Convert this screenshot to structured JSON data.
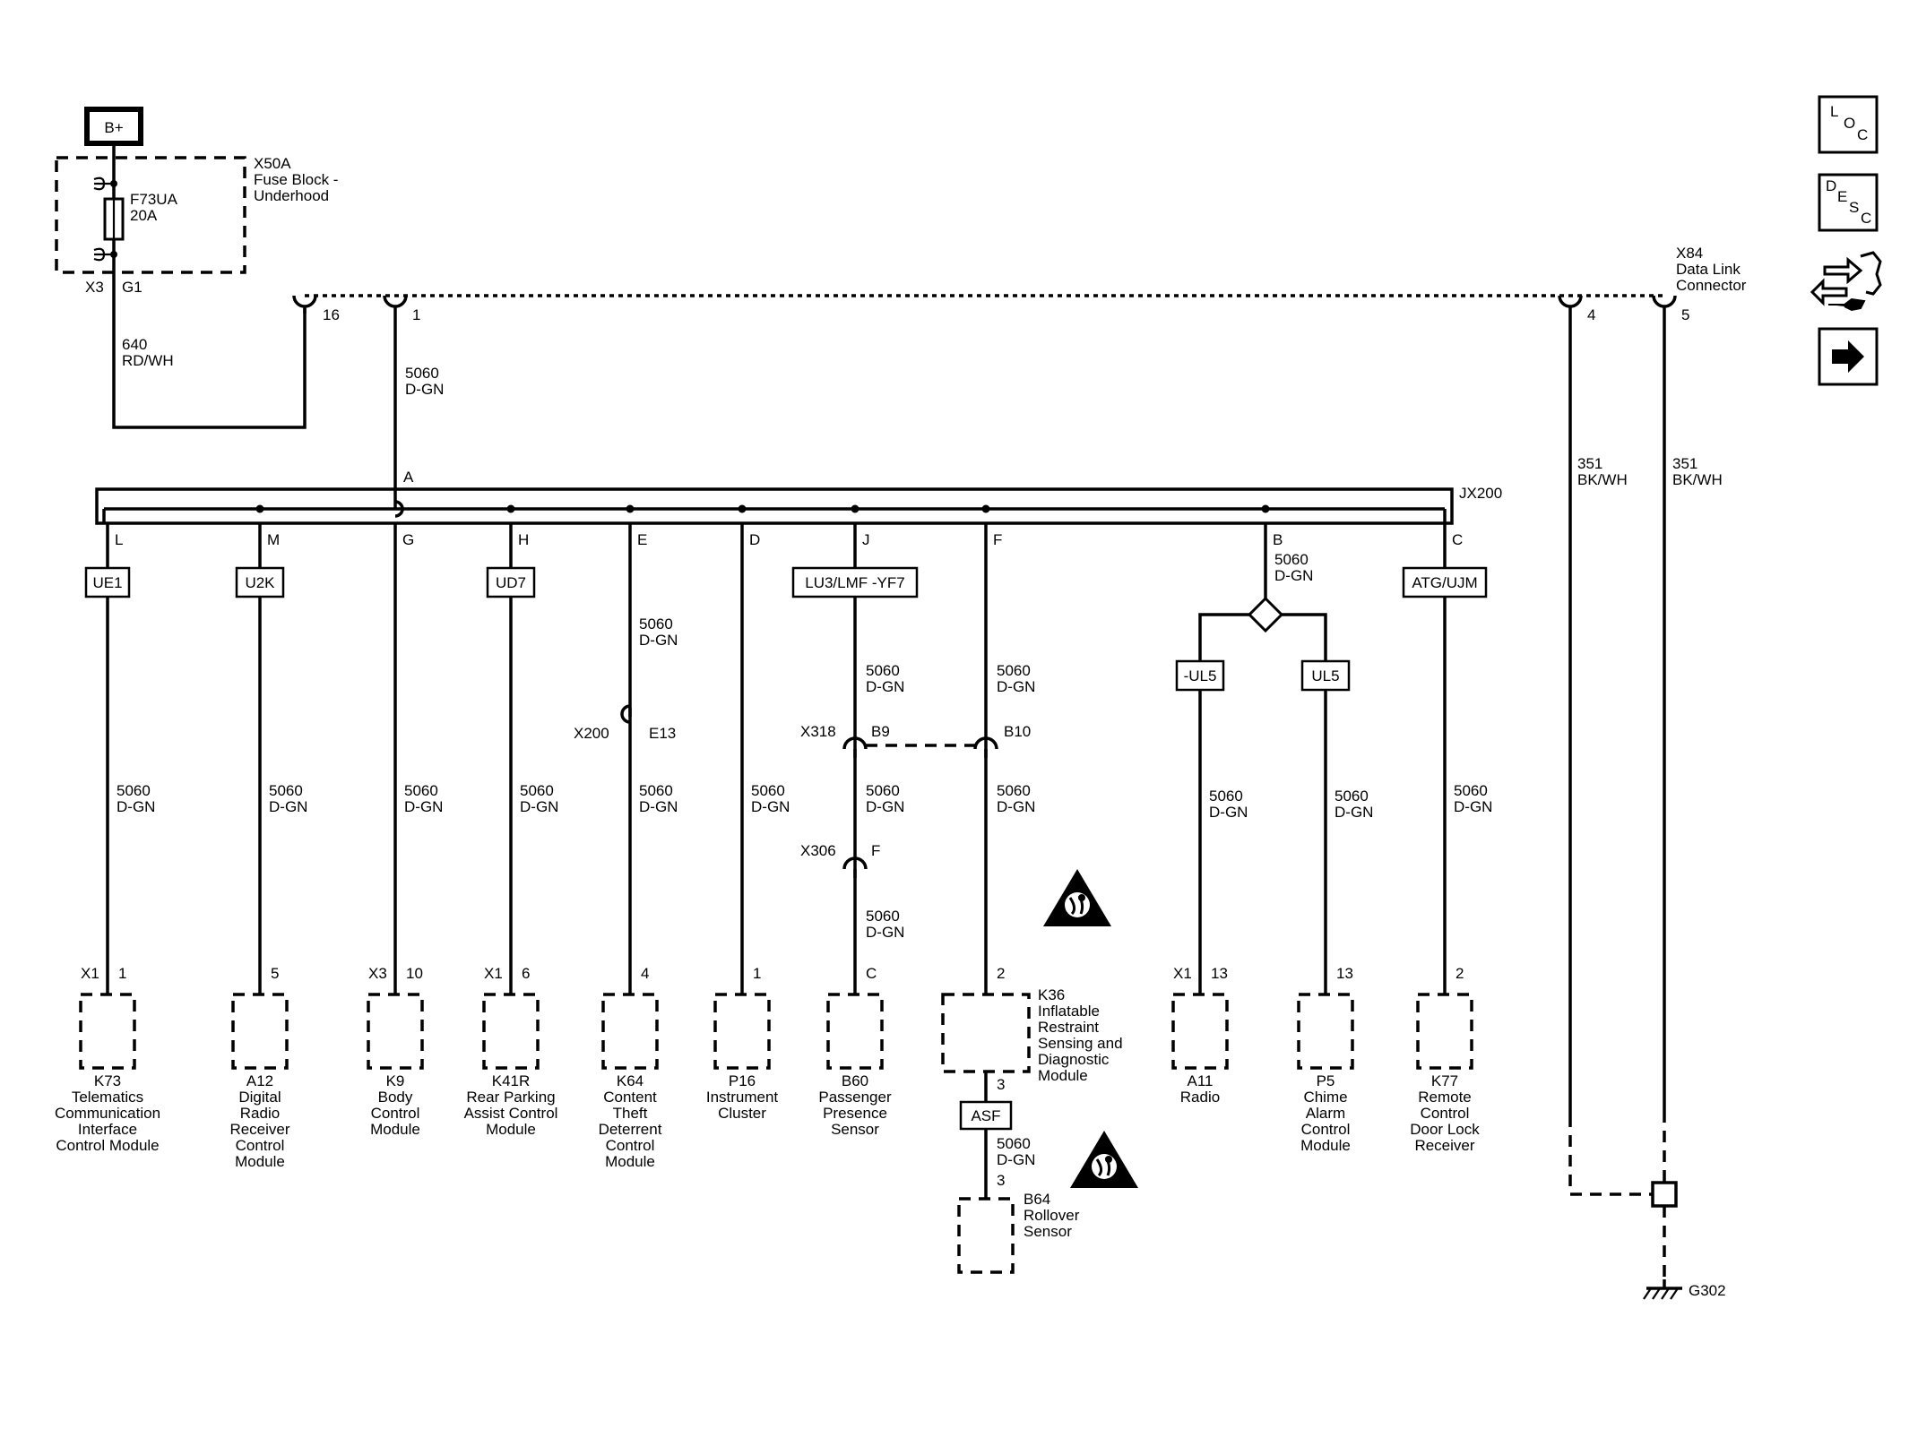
{
  "power": {
    "label": "B+"
  },
  "fuse_block": {
    "ref": "X50A",
    "name_1": "Fuse Block -",
    "name_2": "Underhood",
    "fuse_ref": "F73UA",
    "fuse_rating": "20A",
    "conn_left": "X3",
    "conn_right": "G1"
  },
  "wire_640": {
    "num": "640",
    "color": "RD/WH"
  },
  "dlc": {
    "ref": "X84",
    "name_1": "Data Link",
    "name_2": "Connector",
    "pin_16": "16",
    "pin_1": "1",
    "pin_4": "4",
    "pin_5": "5"
  },
  "wire_main": {
    "num": "5060",
    "color": "D-GN"
  },
  "wire_351": {
    "num": "351",
    "color": "BK/WH"
  },
  "splice": {
    "ref": "JX200",
    "pin_in": "A"
  },
  "branches": [
    {
      "pin": "L",
      "option": "UE1",
      "wire": "5060",
      "color": "D-GN",
      "conn": "X1",
      "term": "1",
      "name": [
        "K73",
        "Telematics",
        "Communication",
        "Interface",
        "Control Module"
      ]
    },
    {
      "pin": "M",
      "option": "U2K",
      "wire": "5060",
      "color": "D-GN",
      "conn": "",
      "term": "5",
      "name": [
        "A12",
        "Digital",
        "Radio",
        "Receiver",
        "Control",
        "Module"
      ]
    },
    {
      "pin": "G",
      "option": "",
      "wire": "5060",
      "color": "D-GN",
      "conn": "X3",
      "term": "10",
      "name": [
        "K9",
        "Body",
        "Control",
        "Module"
      ]
    },
    {
      "pin": "H",
      "option": "UD7",
      "wire": "5060",
      "color": "D-GN",
      "conn": "X1",
      "term": "6",
      "name": [
        "K41R",
        "Rear Parking",
        "Assist Control",
        "Module"
      ]
    },
    {
      "pin": "E",
      "option": "",
      "wire": "5060",
      "color": "D-GN",
      "conn": "",
      "term": "4",
      "name": [
        "K64",
        "Content",
        "Theft",
        "Deterrent",
        "Control",
        "Module"
      ]
    },
    {
      "pin": "D",
      "option": "",
      "wire": "5060",
      "color": "D-GN",
      "conn": "",
      "term": "1",
      "name": [
        "P16",
        "Instrument",
        "Cluster"
      ]
    },
    {
      "pin": "J",
      "option": "LU3/LMF -YF7",
      "wire": "5060",
      "color": "D-GN",
      "conn": "",
      "term": "C",
      "name": [
        "B60",
        "Passenger",
        "Presence",
        "Sensor"
      ]
    },
    {
      "pin": "F",
      "option": "",
      "wire": "5060",
      "color": "D-GN",
      "conn": "",
      "term": "2",
      "name": [
        "K36",
        "Inflatable",
        "Restraint",
        "Sensing and",
        "Diagnostic",
        "Module"
      ]
    },
    {
      "pin": "B",
      "option": "",
      "wire": "5060",
      "color": "D-GN",
      "conn": "",
      "term": "",
      "name": []
    },
    {
      "pin": "C",
      "option": "ATG/UJM",
      "wire": "5060",
      "color": "D-GN",
      "conn": "",
      "term": "2",
      "name": [
        "K77",
        "Remote",
        "Control",
        "Door Lock",
        "Receiver"
      ]
    }
  ],
  "inline_connectors": {
    "x200": {
      "ref": "X200",
      "pin": "E13"
    },
    "x318": {
      "ref": "X318",
      "pin_a": "B9",
      "pin_b": "B10"
    },
    "x306": {
      "ref": "X306",
      "pin": "F"
    }
  },
  "sub_branches": [
    {
      "option": "-UL5",
      "wire": "5060",
      "color": "D-GN",
      "conn": "X1",
      "term": "13",
      "name": [
        "A11",
        "Radio"
      ]
    },
    {
      "option": "UL5",
      "wire": "5060",
      "color": "D-GN",
      "conn": "",
      "term": "13",
      "name": [
        "P5",
        "Chime",
        "Alarm",
        "Control",
        "Module"
      ]
    }
  ],
  "rollover": {
    "term_top": "3",
    "option": "ASF",
    "wire": "5060",
    "color": "D-GN",
    "term": "3",
    "name": [
      "B64",
      "Rollover",
      "Sensor"
    ]
  },
  "ground": {
    "ref": "G302"
  },
  "side_buttons": {
    "loc": [
      "L",
      "O",
      "C"
    ],
    "desc": [
      "D",
      "E",
      "S",
      "C"
    ]
  }
}
